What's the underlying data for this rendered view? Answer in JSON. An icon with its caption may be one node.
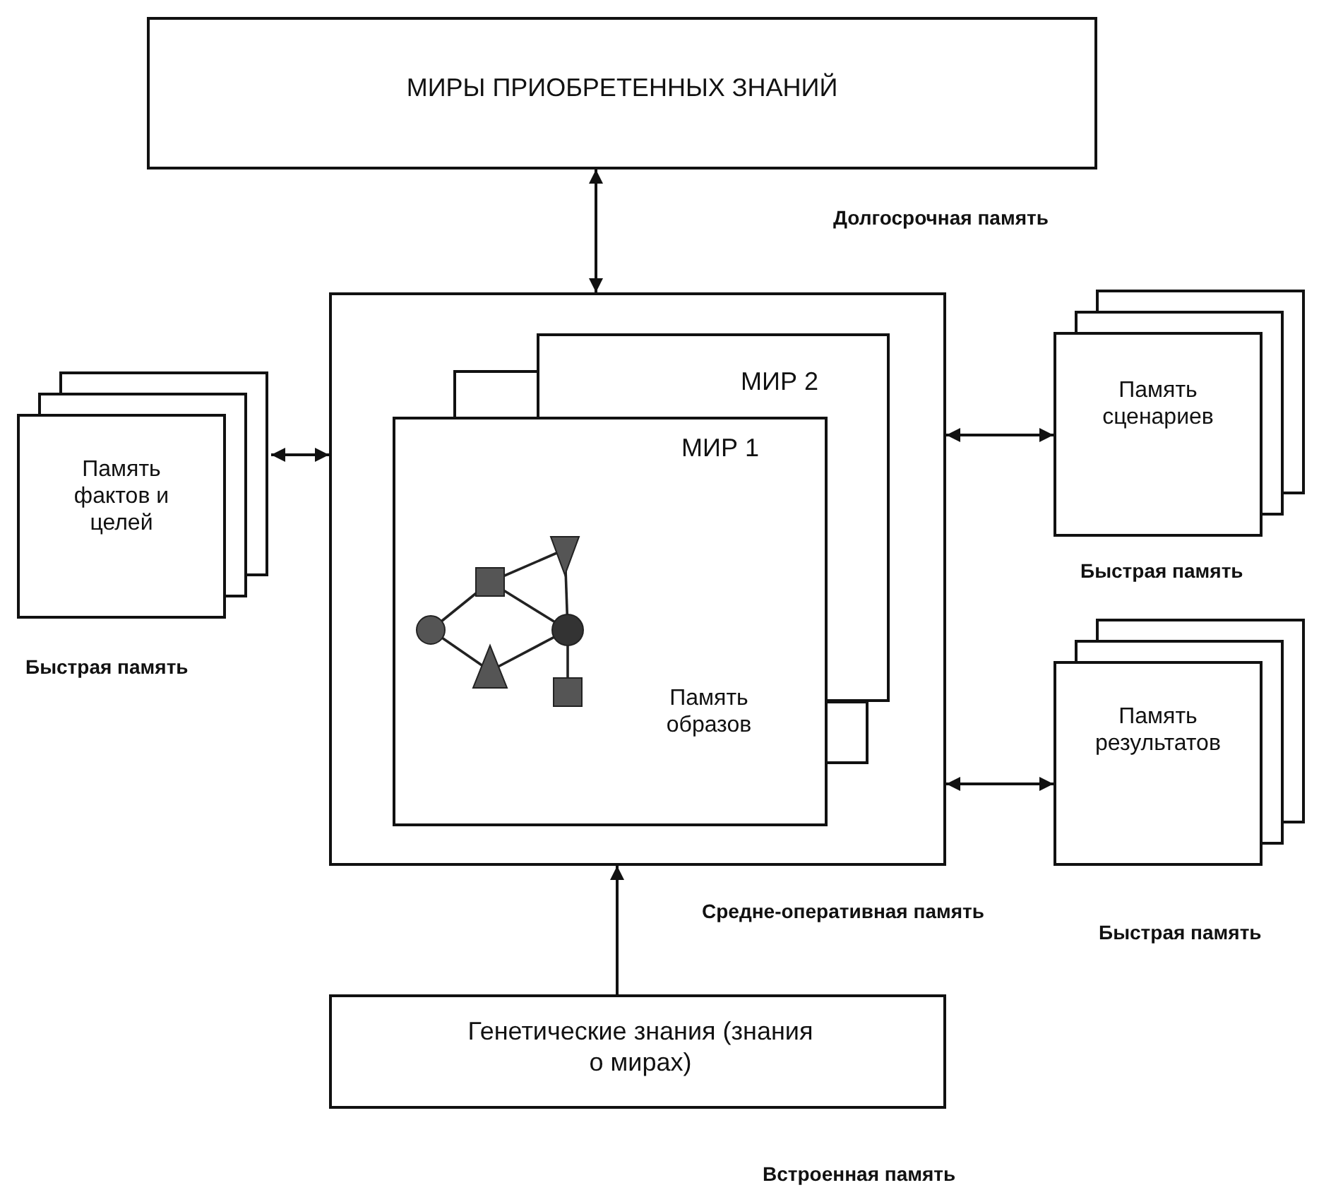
{
  "diagram": {
    "nodes": [
      {
        "text": [
          "МИРЫ ПРИОБРЕТЕННЫХ ЗНАНИЙ"
        ],
        "beside": [
          "Долгосрочная память"
        ]
      },
      {
        "text": [],
        "shape": "box",
        "beside": [
          "Средне-оперативная память"
        ]
      },
      {
        "text": [
          "МИР 2"
        ],
        "in": 1
      },
      {
        "text": [
          "МИР 1",
          "Память образов"
        ],
        "in": 1
      },
      {
        "text": [
          "Память фактов и целей"
        ],
        "beside": [
          "Быстрая память"
        ]
      },
      {
        "text": [
          "Память сценариев"
        ],
        "beside": [
          "Быстрая память"
        ]
      },
      {
        "text": [
          "Память результатов"
        ],
        "beside": [
          "Быстрая память"
        ]
      },
      {
        "text": [
          "Генетические знания (знания о мирах)"
        ],
        "beside": [
          "Встроенная память"
        ]
      }
    ],
    "edges": [
      {
        "from": 0,
        "to": 1,
        "arrow": "both"
      },
      {
        "from": 4,
        "to": 1,
        "arrow": "both"
      },
      {
        "from": 1,
        "to": 5,
        "arrow": "both"
      },
      {
        "from": 1,
        "to": 6,
        "arrow": "both"
      },
      {
        "from": 7,
        "to": 1,
        "arrow": "to"
      }
    ]
  }
}
